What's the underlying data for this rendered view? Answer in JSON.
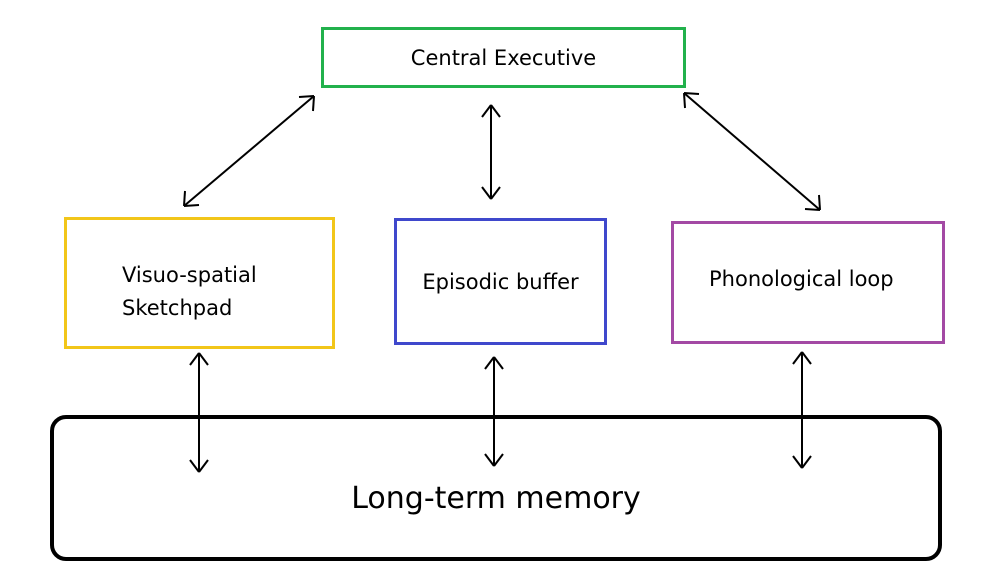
{
  "diagram": {
    "central_executive": "Central Executive",
    "visuo_spatial": {
      "line1": "Visuo-spatial",
      "line2": "Sketchpad"
    },
    "episodic_buffer": "Episodic buffer",
    "phonological_loop": "Phonological loop",
    "long_term_memory": "Long-term memory"
  },
  "colors": {
    "central_executive_border": "#22b14c",
    "visuo_spatial_border": "#f2c619",
    "episodic_buffer_border": "#3f48cc",
    "phonological_loop_border": "#a349a4",
    "long_term_memory_border": "#000000"
  },
  "connections": [
    {
      "from": "central-executive",
      "to": "visuo-spatial-sketchpad",
      "direction": "bidirectional"
    },
    {
      "from": "central-executive",
      "to": "episodic-buffer",
      "direction": "bidirectional"
    },
    {
      "from": "central-executive",
      "to": "phonological-loop",
      "direction": "bidirectional"
    },
    {
      "from": "visuo-spatial-sketchpad",
      "to": "long-term-memory",
      "direction": "bidirectional"
    },
    {
      "from": "episodic-buffer",
      "to": "long-term-memory",
      "direction": "bidirectional"
    },
    {
      "from": "phonological-loop",
      "to": "long-term-memory",
      "direction": "bidirectional"
    }
  ]
}
